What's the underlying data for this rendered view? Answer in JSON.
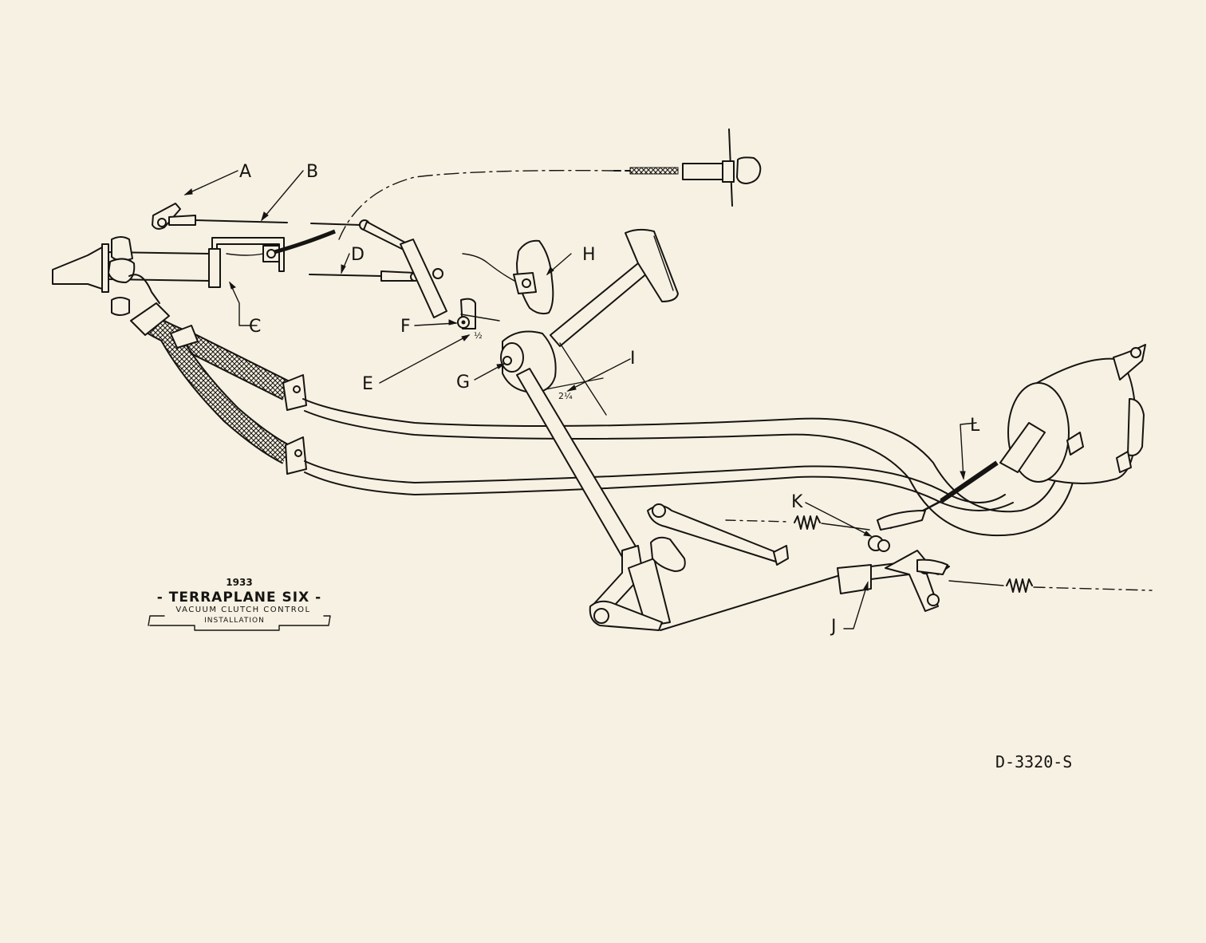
{
  "labels": {
    "a": "A",
    "b": "B",
    "c": "C",
    "d": "D",
    "e": "E",
    "f": "F",
    "g": "G",
    "h": "H",
    "i": "I",
    "j": "J",
    "k": "K",
    "l": "L"
  },
  "dimensions": {
    "small_offset": "½",
    "pedal_offset": "2¼"
  },
  "caption": {
    "year": "1933",
    "title": "- TERRAPLANE SIX -",
    "subtitle": "VACUUM CLUTCH CONTROL",
    "subtitle2": "INSTALLATION"
  },
  "drawing_number": "D-3320-S",
  "colors": {
    "paper": "#f6f1e2",
    "ink": "#161412"
  }
}
